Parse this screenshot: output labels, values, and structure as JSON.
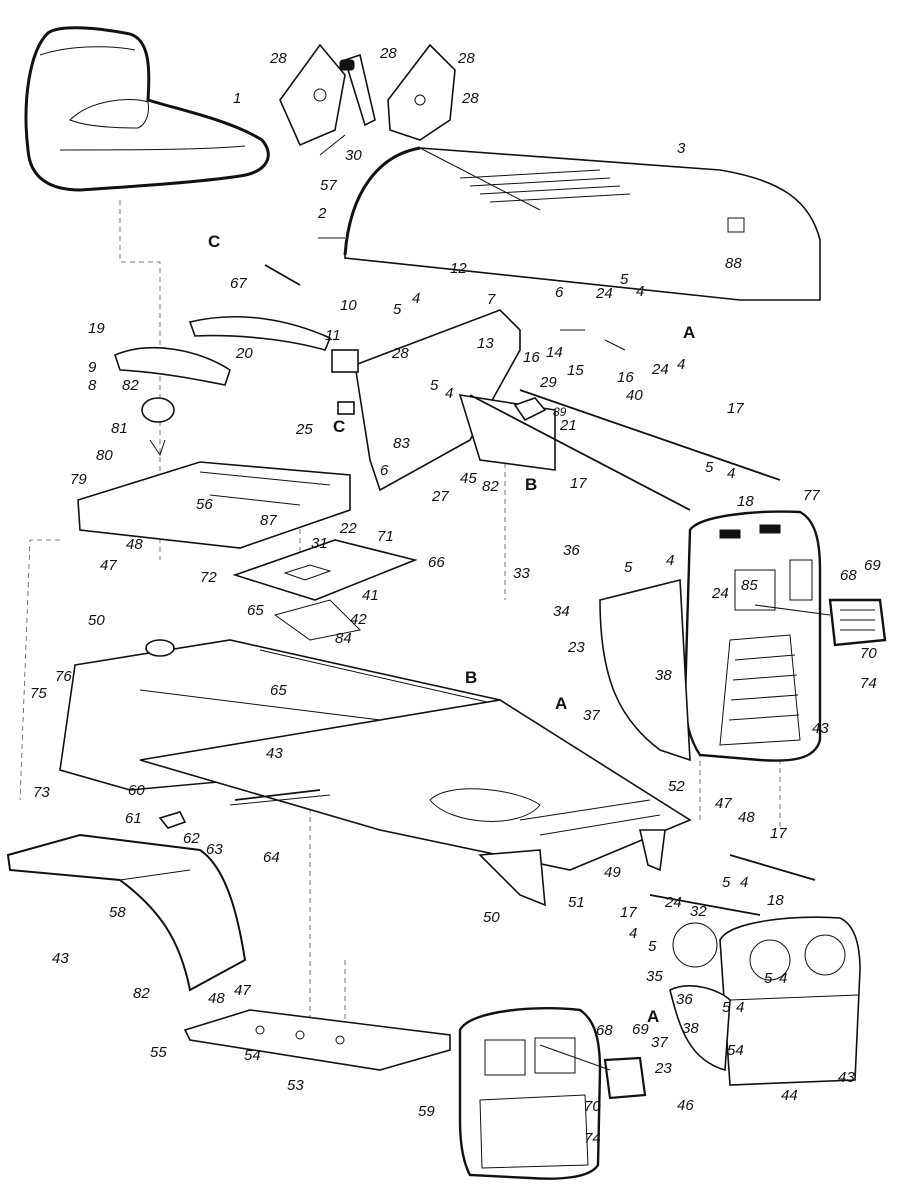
{
  "labels": [
    {
      "id": "1",
      "text": "1"
    },
    {
      "id": "28a",
      "text": "28"
    },
    {
      "id": "28b",
      "text": "28"
    },
    {
      "id": "28c",
      "text": "28"
    },
    {
      "id": "28d",
      "text": "28"
    },
    {
      "id": "30",
      "text": "30"
    },
    {
      "id": "3",
      "text": "3"
    },
    {
      "id": "57",
      "text": "57"
    },
    {
      "id": "2",
      "text": "2"
    },
    {
      "id": "88",
      "text": "88"
    },
    {
      "id": "67",
      "text": "67"
    },
    {
      "id": "12",
      "text": "12"
    },
    {
      "id": "7",
      "text": "7"
    },
    {
      "id": "10",
      "text": "10"
    },
    {
      "id": "5a",
      "text": "5"
    },
    {
      "id": "4a",
      "text": "4"
    },
    {
      "id": "6a",
      "text": "6"
    },
    {
      "id": "24a",
      "text": "24"
    },
    {
      "id": "5b",
      "text": "5"
    },
    {
      "id": "4b",
      "text": "4"
    },
    {
      "id": "19",
      "text": "19"
    },
    {
      "id": "9",
      "text": "9"
    },
    {
      "id": "8",
      "text": "8"
    },
    {
      "id": "20",
      "text": "20"
    },
    {
      "id": "82a",
      "text": "82"
    },
    {
      "id": "11",
      "text": "11"
    },
    {
      "id": "28e",
      "text": "28"
    },
    {
      "id": "13",
      "text": "13"
    },
    {
      "id": "16a",
      "text": "16"
    },
    {
      "id": "14",
      "text": "14"
    },
    {
      "id": "15",
      "text": "15"
    },
    {
      "id": "16b",
      "text": "16"
    },
    {
      "id": "24b",
      "text": "24"
    },
    {
      "id": "4c",
      "text": "4"
    },
    {
      "id": "5c",
      "text": "5"
    },
    {
      "id": "4d",
      "text": "4"
    },
    {
      "id": "29",
      "text": "29"
    },
    {
      "id": "40",
      "text": "40"
    },
    {
      "id": "89",
      "text": "89"
    },
    {
      "id": "21",
      "text": "21"
    },
    {
      "id": "17a",
      "text": "17"
    },
    {
      "id": "81",
      "text": "81"
    },
    {
      "id": "25",
      "text": "25"
    },
    {
      "id": "83",
      "text": "83"
    },
    {
      "id": "6b",
      "text": "6"
    },
    {
      "id": "45",
      "text": "45"
    },
    {
      "id": "82b",
      "text": "82"
    },
    {
      "id": "27",
      "text": "27"
    },
    {
      "id": "80",
      "text": "80"
    },
    {
      "id": "79",
      "text": "79"
    },
    {
      "id": "56",
      "text": "56"
    },
    {
      "id": "17b",
      "text": "17"
    },
    {
      "id": "5d",
      "text": "5"
    },
    {
      "id": "4e",
      "text": "4"
    },
    {
      "id": "18a",
      "text": "18"
    },
    {
      "id": "77",
      "text": "77"
    },
    {
      "id": "87",
      "text": "87"
    },
    {
      "id": "22",
      "text": "22"
    },
    {
      "id": "31",
      "text": "31"
    },
    {
      "id": "71",
      "text": "71"
    },
    {
      "id": "48a",
      "text": "48"
    },
    {
      "id": "47a",
      "text": "47"
    },
    {
      "id": "72",
      "text": "72"
    },
    {
      "id": "66",
      "text": "66"
    },
    {
      "id": "36a",
      "text": "36"
    },
    {
      "id": "5e",
      "text": "5"
    },
    {
      "id": "4f",
      "text": "4"
    },
    {
      "id": "33",
      "text": "33"
    },
    {
      "id": "34",
      "text": "34"
    },
    {
      "id": "50a",
      "text": "50"
    },
    {
      "id": "41",
      "text": "41"
    },
    {
      "id": "42",
      "text": "42"
    },
    {
      "id": "65a",
      "text": "65"
    },
    {
      "id": "84",
      "text": "84"
    },
    {
      "id": "24c",
      "text": "24"
    },
    {
      "id": "85",
      "text": "85"
    },
    {
      "id": "68a",
      "text": "68"
    },
    {
      "id": "69a",
      "text": "69"
    },
    {
      "id": "23a",
      "text": "23"
    },
    {
      "id": "38a",
      "text": "38"
    },
    {
      "id": "70a",
      "text": "70"
    },
    {
      "id": "74a",
      "text": "74"
    },
    {
      "id": "37a",
      "text": "37"
    },
    {
      "id": "43a",
      "text": "43"
    },
    {
      "id": "76",
      "text": "76"
    },
    {
      "id": "75",
      "text": "75"
    },
    {
      "id": "65b",
      "text": "65"
    },
    {
      "id": "43b",
      "text": "43"
    },
    {
      "id": "73",
      "text": "73"
    },
    {
      "id": "60",
      "text": "60"
    },
    {
      "id": "61",
      "text": "61"
    },
    {
      "id": "62",
      "text": "62"
    },
    {
      "id": "63",
      "text": "63"
    },
    {
      "id": "64",
      "text": "64"
    },
    {
      "id": "52",
      "text": "52"
    },
    {
      "id": "47b",
      "text": "47"
    },
    {
      "id": "48b",
      "text": "48"
    },
    {
      "id": "17c",
      "text": "17"
    },
    {
      "id": "49",
      "text": "49"
    },
    {
      "id": "51",
      "text": "51"
    },
    {
      "id": "50b",
      "text": "50"
    },
    {
      "id": "58",
      "text": "58"
    },
    {
      "id": "43c",
      "text": "43"
    },
    {
      "id": "82c",
      "text": "82"
    },
    {
      "id": "48c",
      "text": "48"
    },
    {
      "id": "47c",
      "text": "47"
    },
    {
      "id": "55",
      "text": "55"
    },
    {
      "id": "54a",
      "text": "54"
    },
    {
      "id": "53",
      "text": "53"
    },
    {
      "id": "17d",
      "text": "17"
    },
    {
      "id": "24d",
      "text": "24"
    },
    {
      "id": "32",
      "text": "32"
    },
    {
      "id": "5f",
      "text": "5"
    },
    {
      "id": "4g",
      "text": "4"
    },
    {
      "id": "18b",
      "text": "18"
    },
    {
      "id": "4h",
      "text": "4"
    },
    {
      "id": "5g",
      "text": "5"
    },
    {
      "id": "35",
      "text": "35"
    },
    {
      "id": "36b",
      "text": "36"
    },
    {
      "id": "5h",
      "text": "5"
    },
    {
      "id": "4i",
      "text": "4"
    },
    {
      "id": "5i",
      "text": "5"
    },
    {
      "id": "4j",
      "text": "4"
    },
    {
      "id": "37b",
      "text": "37"
    },
    {
      "id": "38b",
      "text": "38"
    },
    {
      "id": "68b",
      "text": "68"
    },
    {
      "id": "69b",
      "text": "69"
    },
    {
      "id": "23b",
      "text": "23"
    },
    {
      "id": "54b",
      "text": "54"
    },
    {
      "id": "59",
      "text": "59"
    },
    {
      "id": "70b",
      "text": "70"
    },
    {
      "id": "74b",
      "text": "74"
    },
    {
      "id": "46",
      "text": "46"
    },
    {
      "id": "44",
      "text": "44"
    },
    {
      "id": "43d",
      "text": "43"
    }
  ],
  "ref_letters": [
    {
      "id": "C1",
      "text": "C"
    },
    {
      "id": "A1",
      "text": "A"
    },
    {
      "id": "C2",
      "text": "C"
    },
    {
      "id": "B1",
      "text": "B"
    },
    {
      "id": "A2",
      "text": "A"
    },
    {
      "id": "B2",
      "text": "B"
    },
    {
      "id": "A3",
      "text": "A"
    }
  ]
}
